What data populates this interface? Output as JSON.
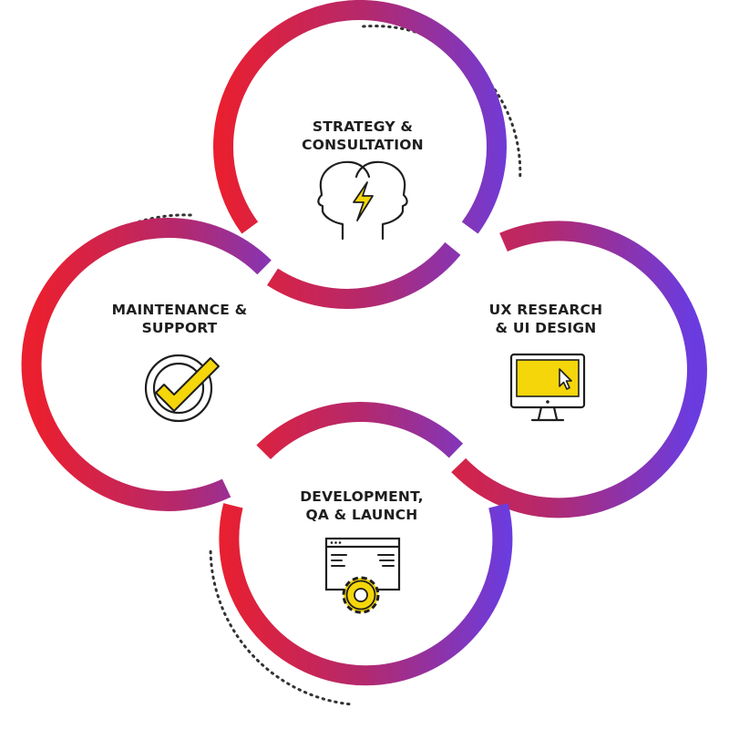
{
  "diagram": {
    "stages": [
      {
        "id": "strategy",
        "lines": [
          "STRATEGY &",
          "CONSULTATION"
        ],
        "icon": "brainstorm-heads-icon"
      },
      {
        "id": "ux",
        "lines": [
          "UX RESEARCH",
          "& UI DESIGN"
        ],
        "icon": "monitor-cursor-icon"
      },
      {
        "id": "development",
        "lines": [
          "DEVELOPMENT,",
          "QA & LAUNCH"
        ],
        "icon": "browser-gear-icon"
      },
      {
        "id": "maintenance",
        "lines": [
          "MAINTENANCE &",
          "SUPPORT"
        ],
        "icon": "checkmark-target-icon"
      }
    ],
    "colors": {
      "gradient_start": "#ea1f2f",
      "gradient_mid": "#b3296e",
      "gradient_end": "#6a3ce0",
      "icon_accent": "#f5d60a",
      "text": "#1e1e1e"
    }
  }
}
